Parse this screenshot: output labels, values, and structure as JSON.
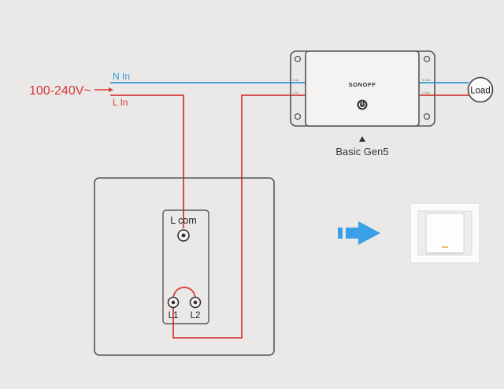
{
  "labels": {
    "voltage": "100-240V~",
    "n_in": "N In",
    "l_in": "L In",
    "brand": "SONOFF",
    "device_name": "Basic Gen5",
    "load": "Load",
    "l_com": "L com",
    "l1": "L1",
    "l2": "L2",
    "term_n_in": "N In",
    "term_l_in": "L In",
    "term_n_out": "N Out",
    "term_l_out": "L Out"
  },
  "colors": {
    "neutral_wire": "#2e9bd6",
    "live_wire": "#d63b3b",
    "voltage_text": "#d23a3a",
    "arrow": "#3aa0e8",
    "outline": "#555555",
    "background": "#ebe9e7"
  },
  "icons": {
    "power": "power-icon",
    "pointer": "triangle-up-icon",
    "transform": "right-arrow-icon",
    "wall_switch": "wall-switch-icon"
  }
}
